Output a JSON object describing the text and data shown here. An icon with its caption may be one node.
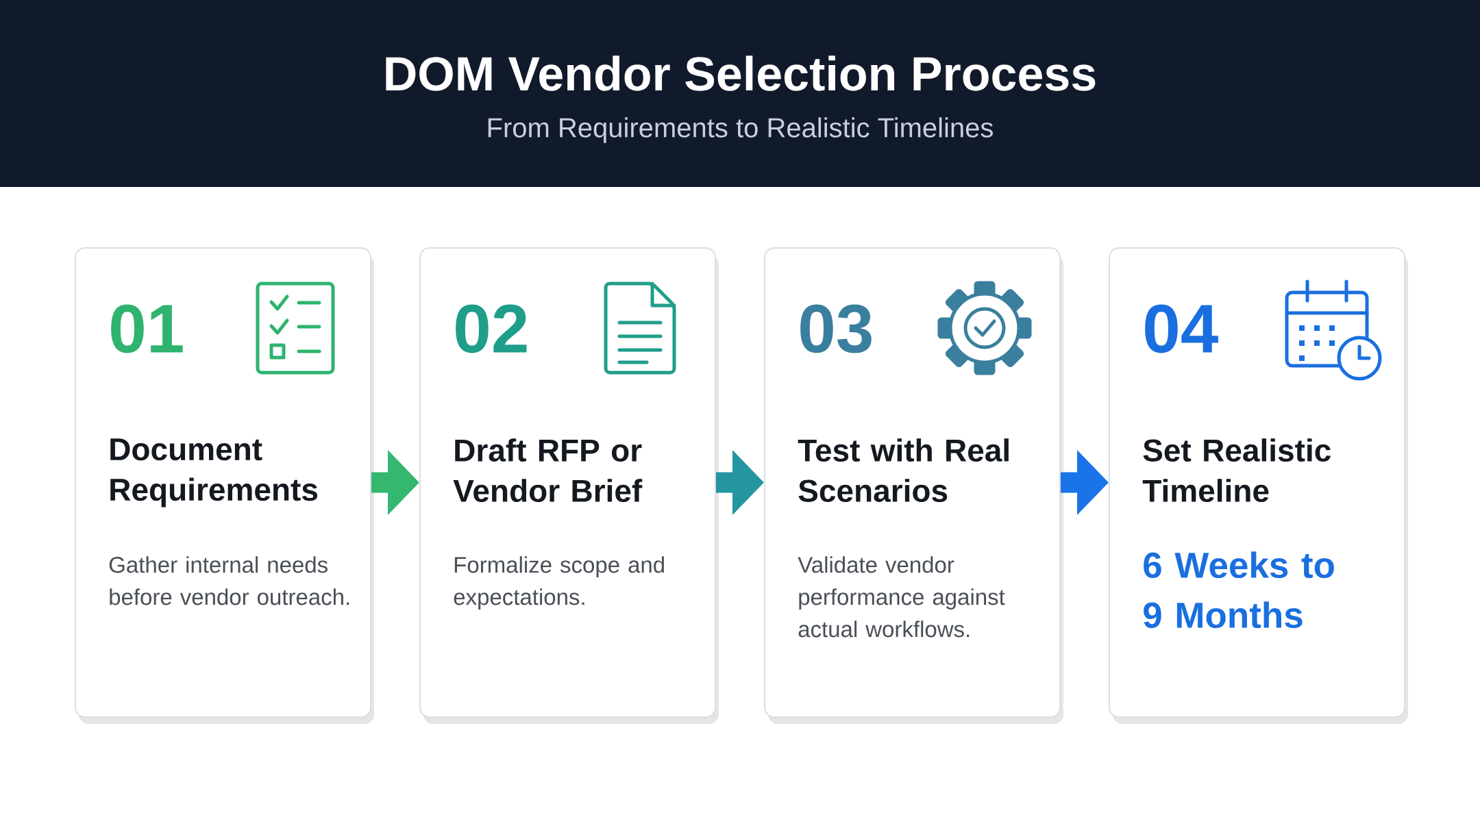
{
  "diagram": {
    "title": "DOM Vendor Selection Process",
    "nodes": [
      {
        "text": [
          "01",
          "Document Requirements",
          "Gather internal needs before vendor outreach."
        ]
      },
      {
        "text": [
          "02",
          "Draft RFP or Vendor Brief",
          "Formalize scope and expectations."
        ]
      },
      {
        "text": [
          "03",
          "Test with Real Scenarios",
          "Validate vendor performance against actual workflows."
        ]
      },
      {
        "text": [
          "04",
          "Set Realistic Timeline",
          "6 Weeks to 9 Months"
        ]
      }
    ],
    "edges": [
      {
        "from": 0,
        "to": 1,
        "arrow": "to",
        "color": "#34b870"
      },
      {
        "from": 1,
        "to": 2,
        "arrow": "to",
        "color": "#2596a0"
      },
      {
        "from": 2,
        "to": 3,
        "arrow": "to",
        "color": "#1a73e8"
      }
    ],
    "labels": [
      "From Requirements to Realistic Timelines"
    ]
  }
}
